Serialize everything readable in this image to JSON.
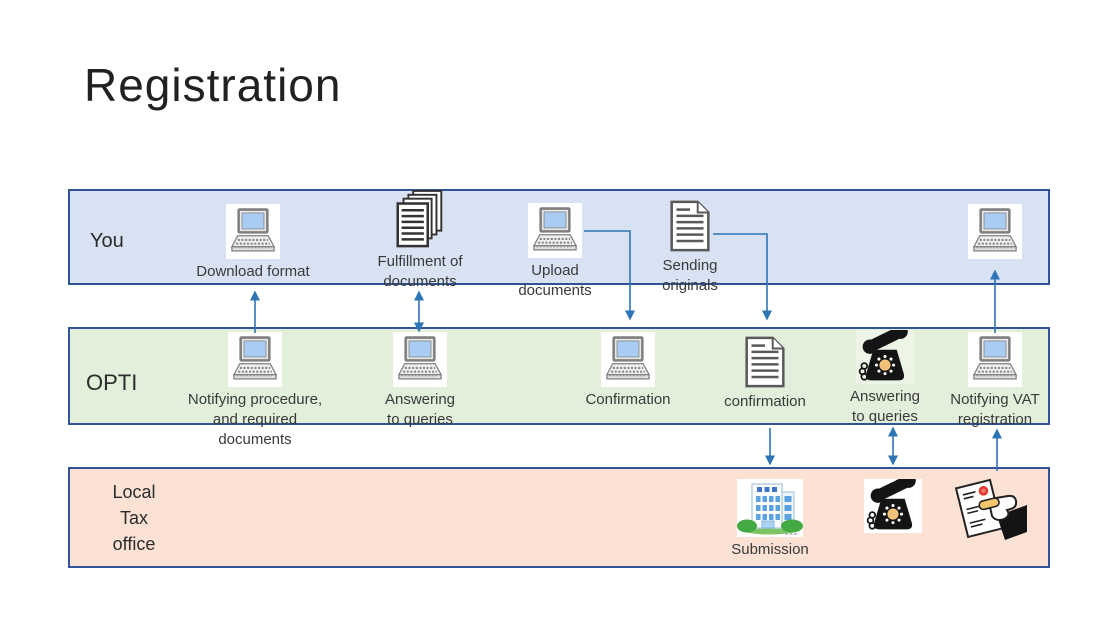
{
  "title": "Registration",
  "colors": {
    "you_lane_fill": "#d9e2f3",
    "opti_lane_fill": "#e2efda",
    "local_lane_fill": "#fbe2d5",
    "lane_border": "#2f5597",
    "arrow": "#2e75b6"
  },
  "lanes": {
    "you": {
      "label": "You"
    },
    "opti": {
      "label": "OPTI"
    },
    "local_tax": {
      "label": "Local\nTax\noffice"
    }
  },
  "nodes": {
    "download_format": {
      "label": "Download format",
      "icon": "laptop"
    },
    "fulfillment_documents": {
      "label": "Fulfillment of\ndocuments",
      "icon": "document-stack"
    },
    "upload_documents": {
      "label": "Upload\ndocuments",
      "icon": "laptop"
    },
    "sending_originals": {
      "label": "Sending\noriginals",
      "icon": "document"
    },
    "you_receive_notice": {
      "label": "",
      "icon": "laptop"
    },
    "notifying_procedure": {
      "label": "Notifying procedure,\nand required\ndocuments",
      "icon": "laptop"
    },
    "answering_queries_online": {
      "label": "Answering\nto queries",
      "icon": "laptop"
    },
    "confirmation_online": {
      "label": "Confirmation",
      "icon": "laptop"
    },
    "confirmation_document": {
      "label": "confirmation",
      "icon": "document"
    },
    "answering_queries_phone": {
      "label": "Answering\nto queries",
      "icon": "phone"
    },
    "notifying_vat_registration": {
      "label": "Notifying VAT\nregistration",
      "icon": "laptop"
    },
    "submission": {
      "label": "Submission",
      "icon": "building"
    },
    "tax_office_phone": {
      "label": "",
      "icon": "phone"
    },
    "stamped_registration": {
      "label": "",
      "icon": "stamp-document"
    }
  }
}
